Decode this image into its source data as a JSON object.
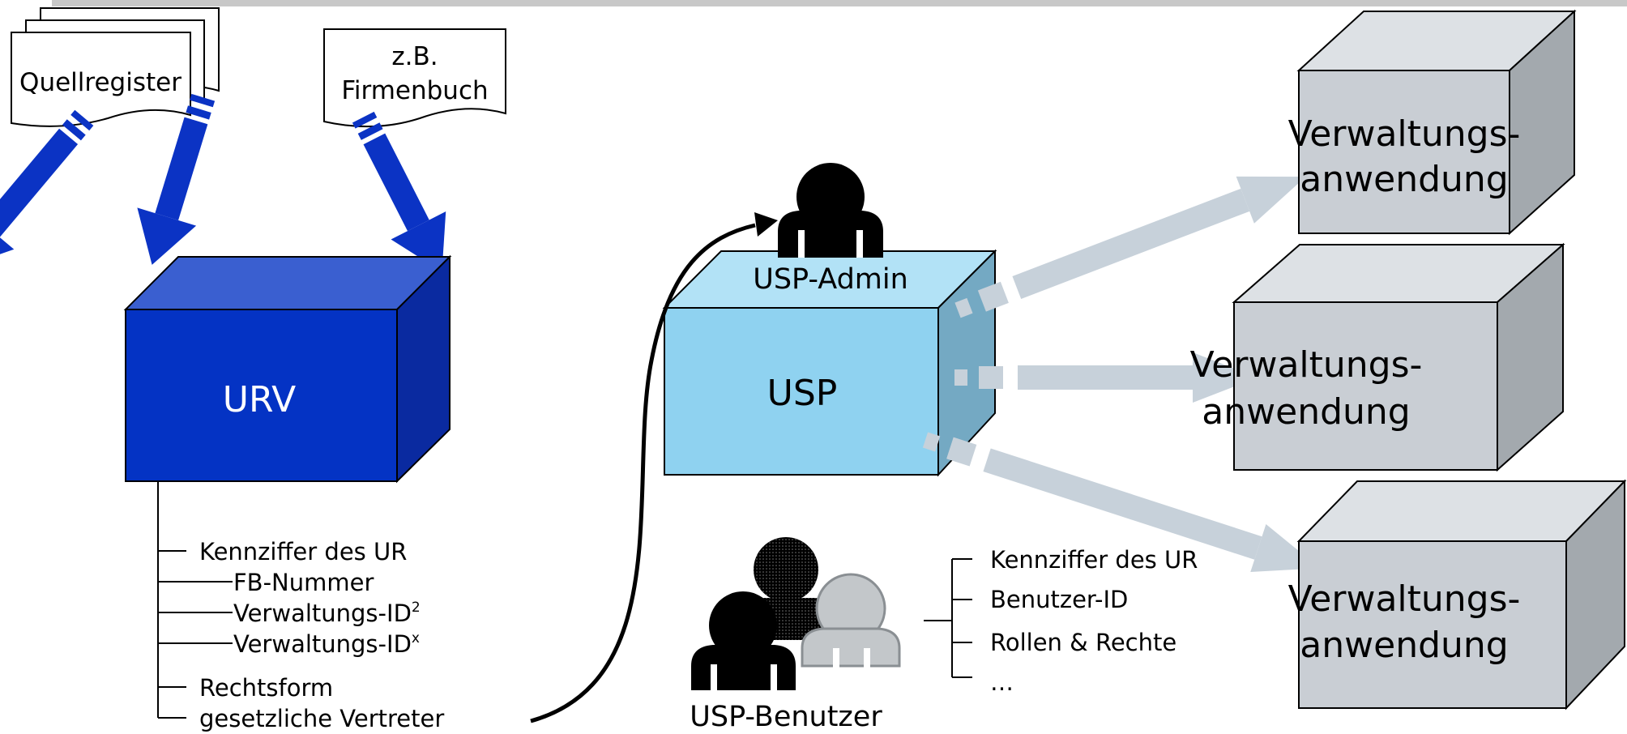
{
  "sources": {
    "quellregister": "Quellregister",
    "firmenbuch_line1": "z.B.",
    "firmenbuch_line2": "Firmenbuch"
  },
  "urv": {
    "label": "URV",
    "attributes": [
      "Kennziffer des UR",
      "FB-Nummer",
      "Verwaltungs-ID",
      "Verwaltungs-ID",
      "Rechtsform",
      "gesetzliche Vertreter"
    ],
    "superscript_2": "2",
    "superscript_x": "x"
  },
  "usp": {
    "label": "USP",
    "admin_label": "USP-Admin",
    "users_label": "USP-Benutzer",
    "user_attributes": [
      "Kennziffer des UR",
      "Benutzer-ID",
      "Rollen & Rechte",
      "…"
    ]
  },
  "applications": [
    {
      "line1": "Verwaltungs-",
      "line2": "anwendung"
    },
    {
      "line1": "Verwaltungs-",
      "line2": "anwendung"
    },
    {
      "line1": "Verwaltungs-",
      "line2": "anwendung"
    }
  ],
  "colors": {
    "urv_front": "#0433c4",
    "urv_top": "#3a5fd0",
    "urv_side": "#0a2aa0",
    "source_arrow": "#0b33c4",
    "usp_front": "#8fd2f0",
    "usp_top": "#b2e2f6",
    "usp_side": "#74a9c3",
    "app_front": "#c9ced4",
    "app_top": "#dde1e5",
    "app_side": "#a3a9ae",
    "flow_arrow": "#c7d1da",
    "user_gray": "#c3c7ca"
  }
}
